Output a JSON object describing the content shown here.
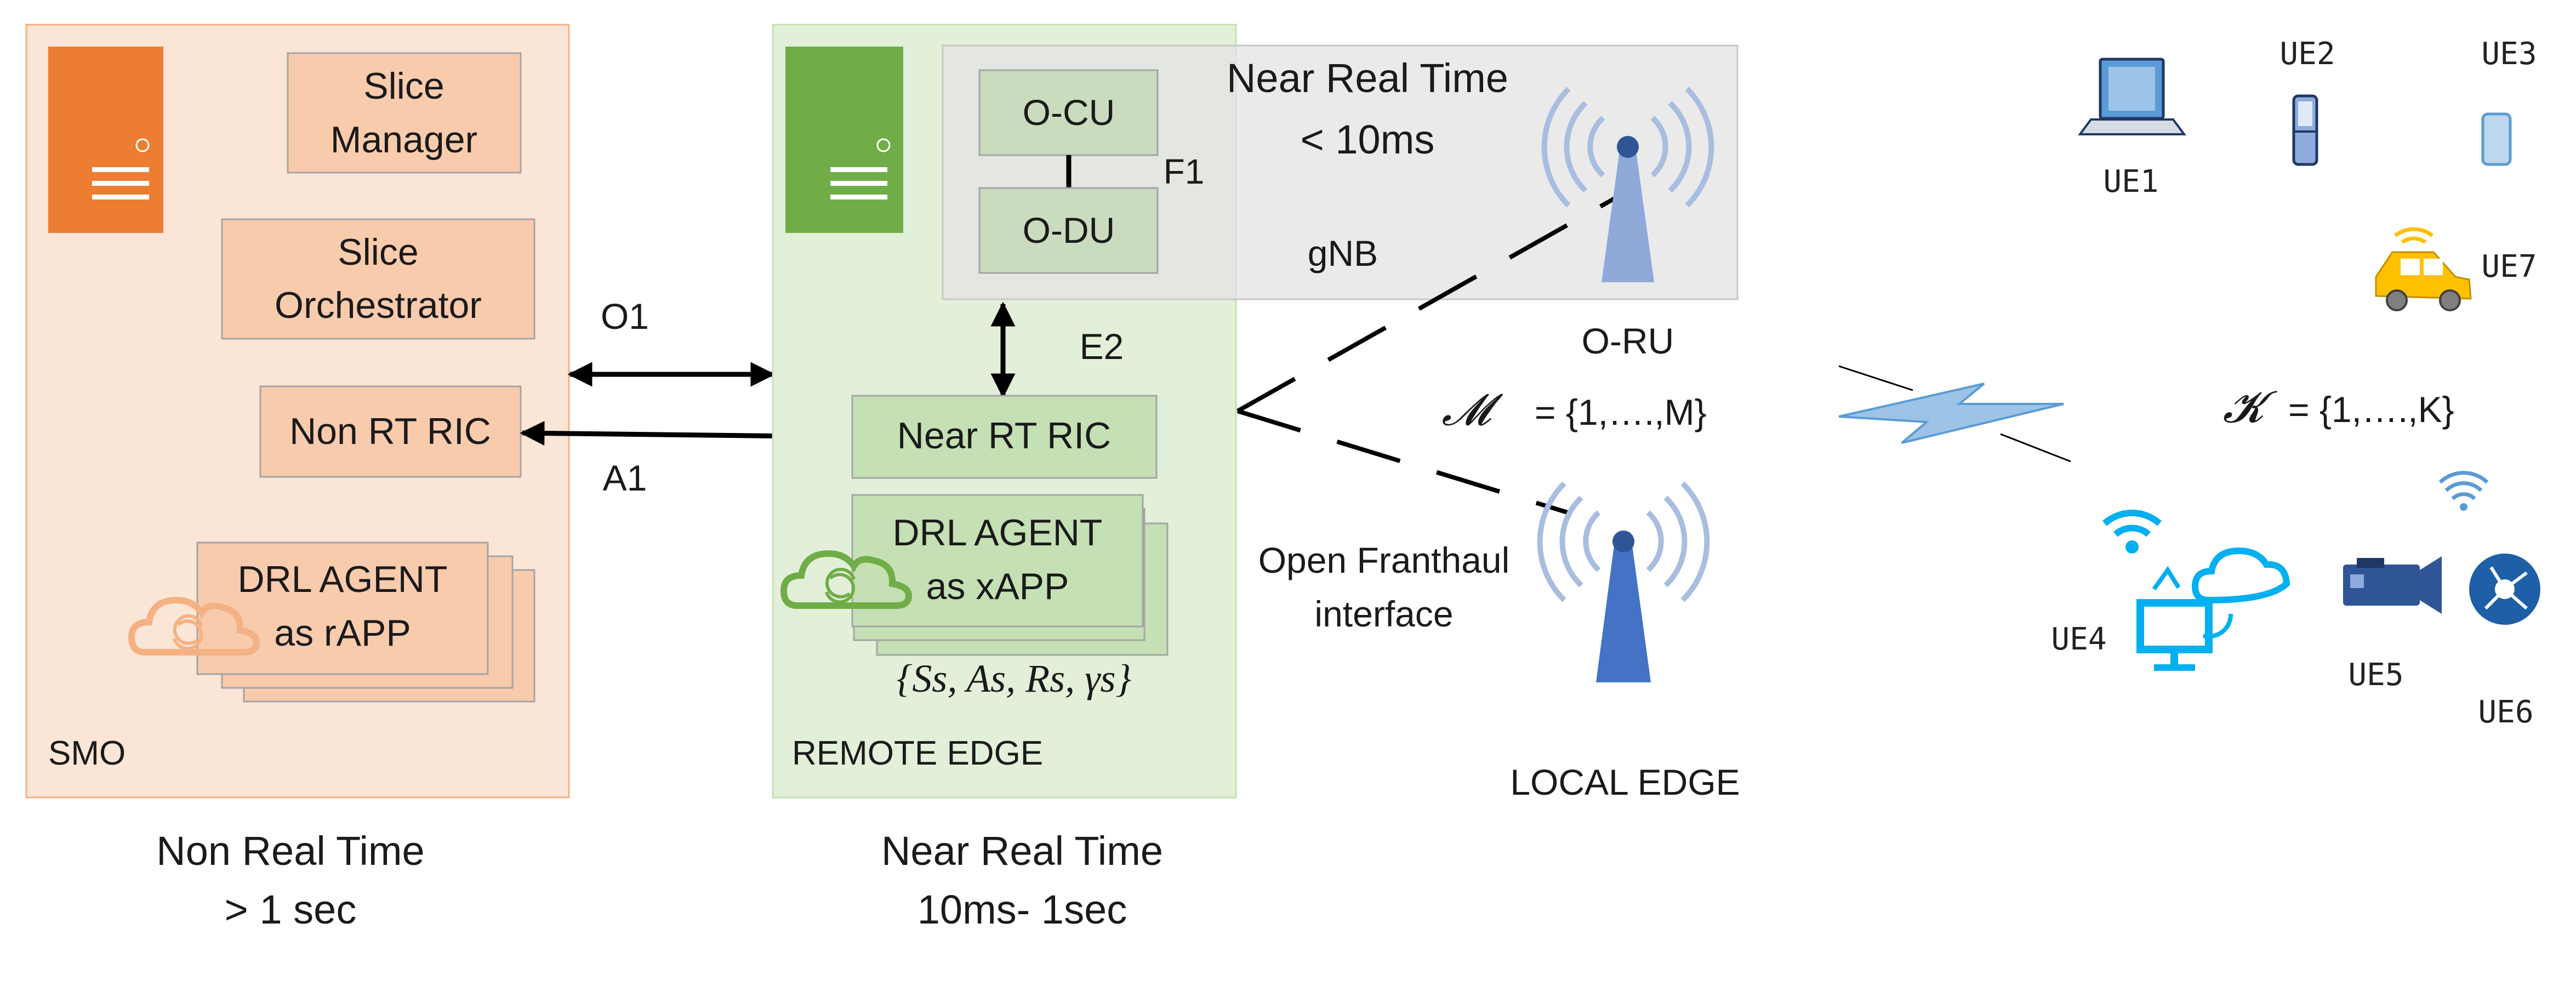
{
  "smo": {
    "slice_manager": [
      "Slice",
      "Manager"
    ],
    "slice_orchestrator": [
      "Slice",
      "Orchestrator"
    ],
    "non_rt_ric": "Non RT RIC",
    "drl_agent": [
      "DRL AGENT",
      "as rAPP"
    ],
    "label": "SMO",
    "timing": [
      "Non Real Time",
      "> 1 sec"
    ]
  },
  "interfaces": {
    "o1": "O1",
    "a1": "A1",
    "e2": "E2",
    "f1": "F1"
  },
  "remote_edge": {
    "near_rt_ric": "Near RT RIC",
    "drl_agent": [
      "DRL AGENT",
      "as xAPP"
    ],
    "tuple": "{Ss, As, Rs, γs}",
    "label": "REMOTE EDGE",
    "timing": [
      "Near Real Time",
      "10ms- 1sec"
    ]
  },
  "gnb": {
    "o_cu": "O-CU",
    "o_du": "O-DU",
    "near_rt_title": "Near Real Time",
    "near_rt_value": "< 10ms",
    "label": "gNB"
  },
  "local_edge": {
    "o_ru": "O-RU",
    "ru_set": "= {1,….,M}",
    "ru_set_symbol": "𝓜",
    "fronthaul": [
      "Open Franthaul",
      "interface"
    ],
    "label": "LOCAL EDGE"
  },
  "ues": {
    "ue1": "UE1",
    "ue2": "UE2",
    "ue3": "UE3",
    "ue4": "UE4",
    "ue5": "UE5",
    "ue6": "UE6",
    "ue7": "UE7",
    "ue_set": "= {1,….,K}",
    "ue_set_symbol": "𝓚"
  },
  "colors": {
    "smo_bg": "#fbe5d6",
    "smo_box": "#f8cbad",
    "smo_server": "#ed7d31",
    "edge_bg": "#e2f0d9",
    "edge_box": "#c5e0b4",
    "edge_server": "#70ad47",
    "gnb_bg": "#ededed",
    "tower": "#4472c4",
    "cyan": "#00b0f0",
    "bolt": "#9dc3e6"
  }
}
